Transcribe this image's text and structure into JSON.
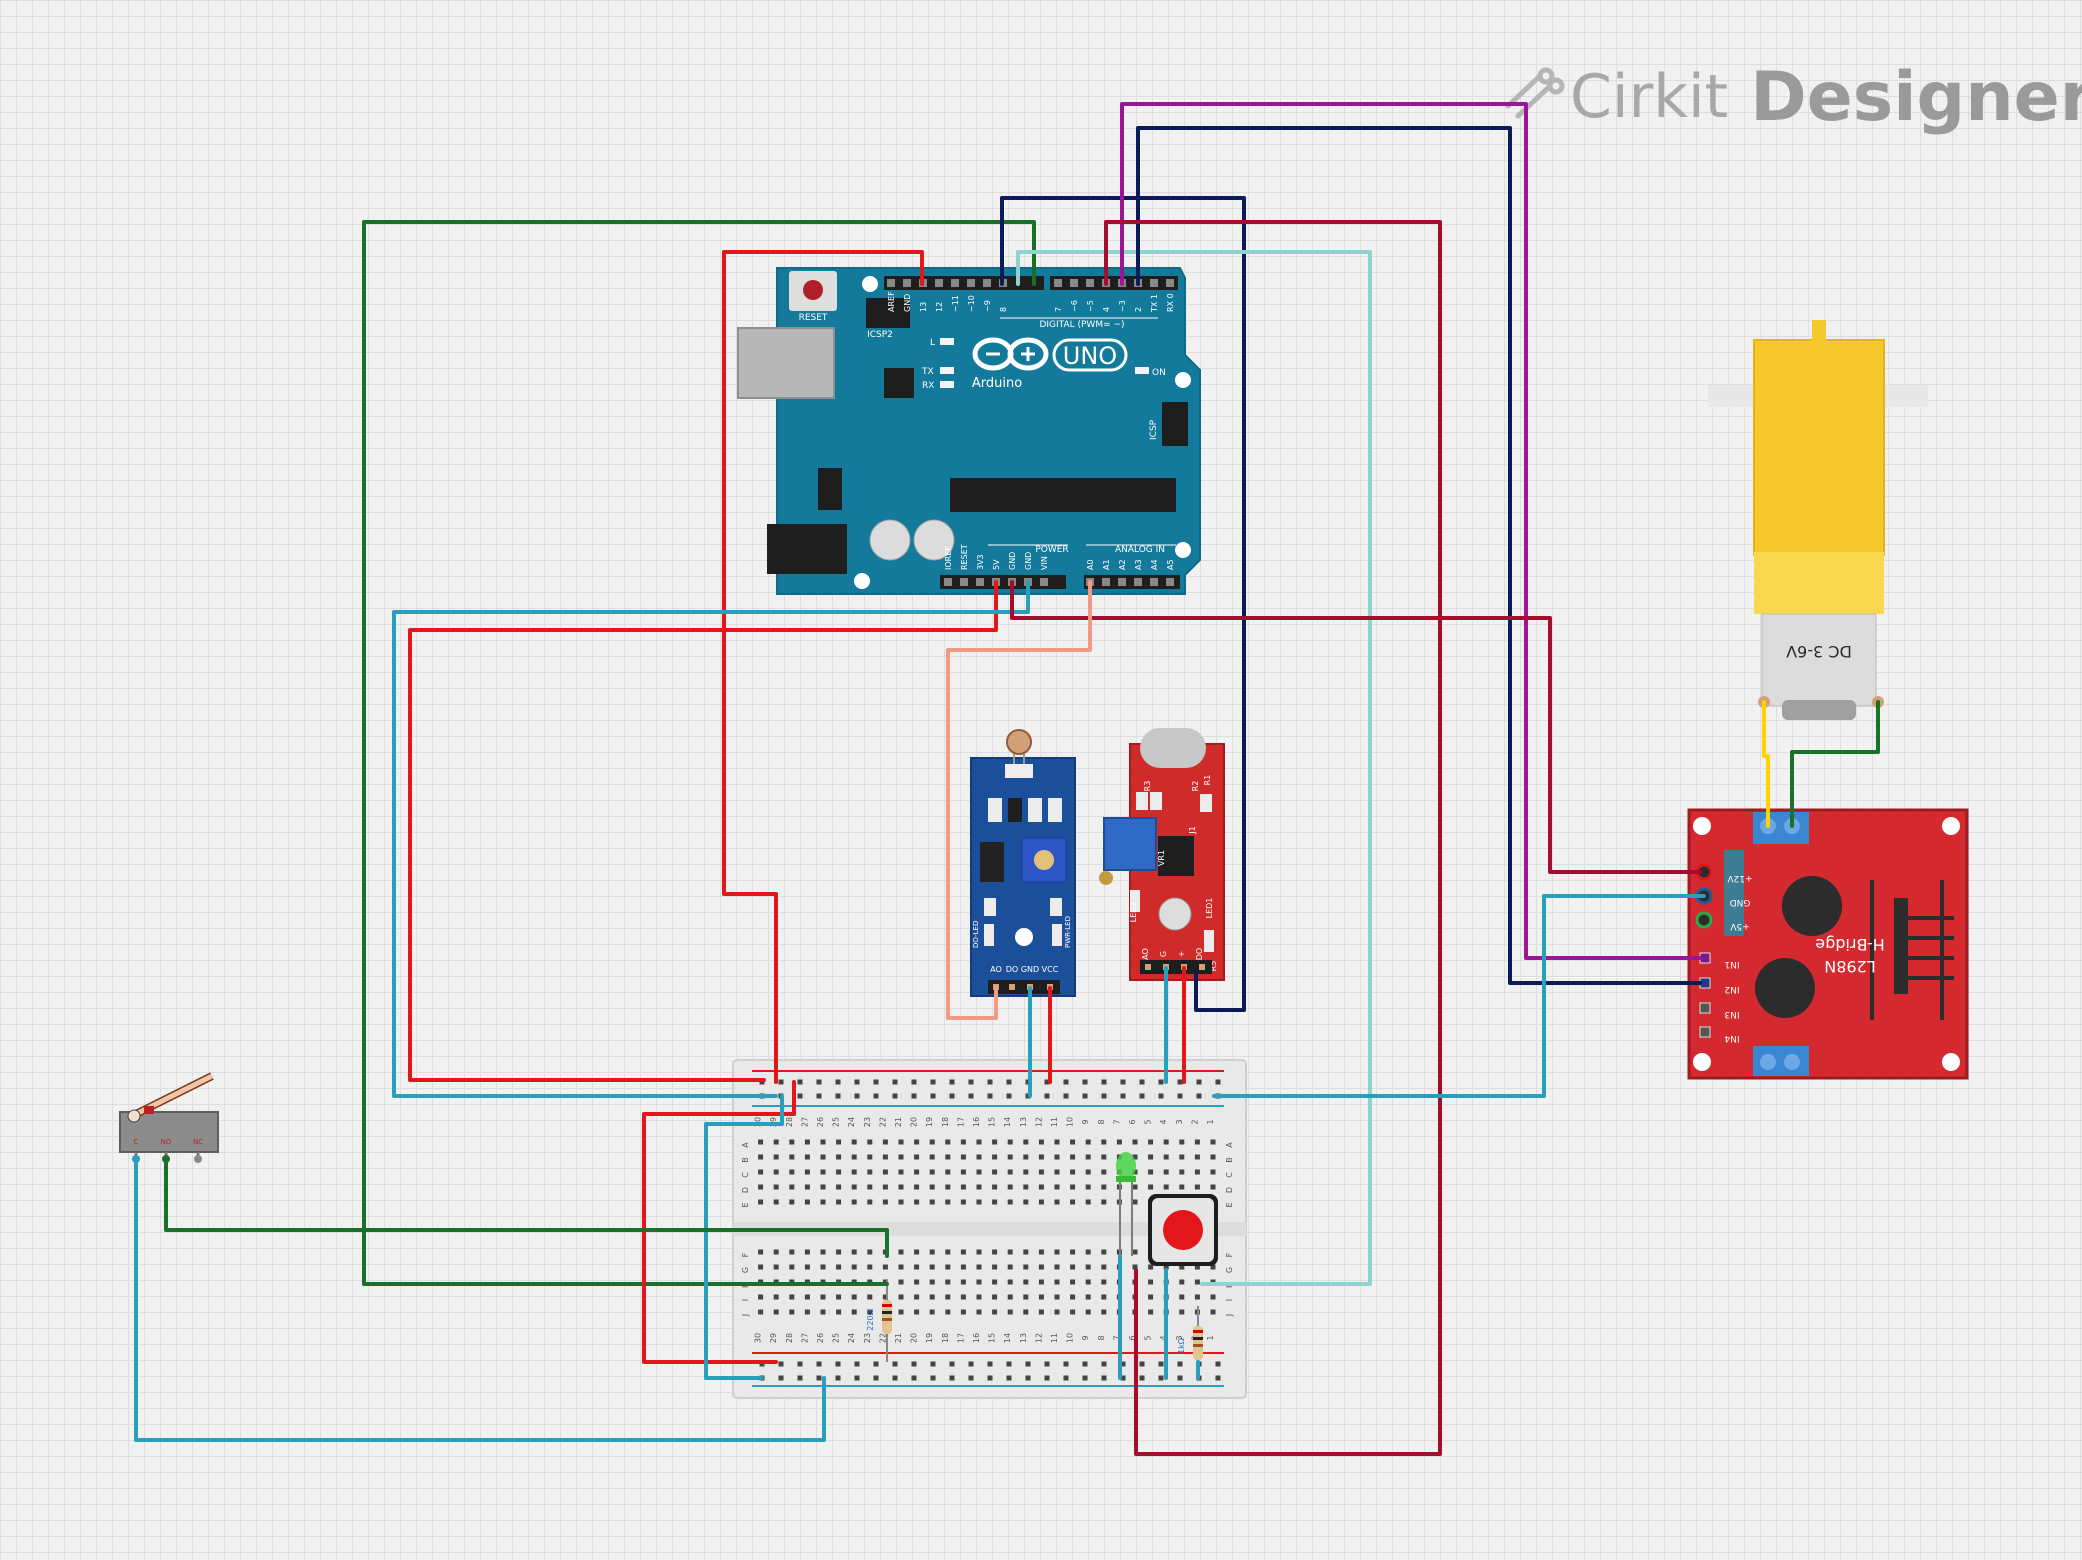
{
  "brand": {
    "name_light": "Cirkit",
    "name_bold": "Designer"
  },
  "arduino": {
    "reset_label": "RESET",
    "icsp2_label": "ICSP2",
    "icsp_label": "ICSP",
    "logo_text": "Arduino",
    "model_text": "UNO",
    "digital_label": "DIGITAL (PWM= ~)",
    "power_label": "POWER",
    "analog_label": "ANALOG IN",
    "led_l": "L",
    "led_tx": "TX",
    "led_rx": "RX",
    "led_on": "ON",
    "top_pins": [
      "AREF",
      "GND",
      "13",
      "12",
      "~11",
      "~10",
      "~9",
      "8",
      "7",
      "~6",
      "~5",
      "4",
      "~3",
      "2",
      "TX 1",
      "RX 0"
    ],
    "bottom_pins": [
      "IOREF",
      "RESET",
      "3V3",
      "5V",
      "GND",
      "GND",
      "VIN",
      "A0",
      "A1",
      "A2",
      "A3",
      "A4",
      "A5"
    ]
  },
  "ldr_module": {
    "pins": [
      "AO",
      "DO",
      "GND",
      "VCC"
    ],
    "led_labels": [
      "DO-LED",
      "PWR-LED"
    ]
  },
  "sound_module": {
    "pins": [
      "AO",
      "G",
      "+",
      "DO"
    ],
    "labels": [
      "R3",
      "R2",
      "R1",
      "J1",
      "VR1",
      "LED2",
      "LED1",
      "R5"
    ]
  },
  "motor": {
    "label": "DC 3-6V"
  },
  "driver": {
    "title": "H-Bridge",
    "model": "L298N",
    "power_pins": [
      "+12V",
      "GND",
      "+5V"
    ],
    "input_pins": [
      "IN1",
      "IN2",
      "IN3",
      "IN4"
    ]
  },
  "limit_switch": {
    "pins": [
      "C",
      "NO",
      "NC"
    ]
  },
  "breadboard": {
    "row_letters_top": [
      "A",
      "B",
      "C",
      "D",
      "E"
    ],
    "row_letters_bottom": [
      "F",
      "G",
      "H",
      "I",
      "J"
    ],
    "column_count": 30
  },
  "resistors": [
    {
      "bands": "220Ω"
    },
    {
      "bands": "1kΩ"
    }
  ],
  "colors": {
    "arduino": "#137a9b",
    "driver": "#d42a2f",
    "sound": "#cf2b2b",
    "ldr": "#1c4f99",
    "motor": "#f5c92b",
    "wire_red": "#e3161b",
    "wire_darkred": "#a40e2e",
    "wire_green": "#1a6f2a",
    "wire_cyan": "#2a9ebd",
    "wire_navy": "#0c1a5a",
    "wire_purple": "#9c1597",
    "wire_teal_light": "#8fd3d0",
    "wire_salmon": "#f29a83",
    "wire_yellow": "#ffd200"
  }
}
